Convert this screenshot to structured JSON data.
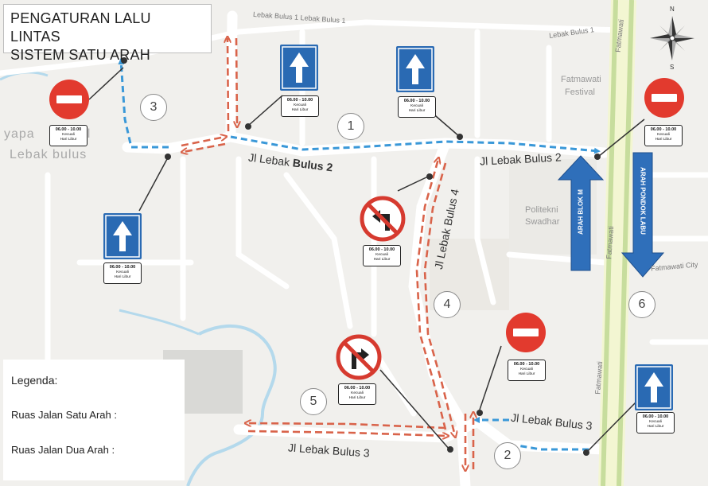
{
  "title": {
    "line1": "PENGATURAN LALU LINTAS",
    "line2": "SISTEM SATU ARAH"
  },
  "streets": {
    "lebak_bulus_1": "Lebak Bulus 1 Lebak Bulus 1",
    "lebak_bulus_1_right": "Lebak Bulus 1",
    "jl_lebak_bulus_2_pre": "Jl Lebak ",
    "jl_lebak_bulus_2_bold": "Bulus 2",
    "jl_lebak_bulus_2_right": "Jl Lebak Bulus 2",
    "jl_lebak_bulus_4": "Jl Lebak Bulus 4",
    "jl_lebak_bulus_3_left": "Jl Lebak Bulus 3",
    "jl_lebak_bulus_3_right": "Jl Lebak Bulus 3",
    "fatmawati_top": "Fatmawati",
    "fatmawati_mid": "Fatmawati",
    "fatmawati_bottom": "Fatmawati",
    "fatmawati_city": "Fatmawati City",
    "arah_blok_m": "ARAH BLOK M",
    "arah_pondok_labu": "ARAH PONDOK LABU"
  },
  "pois": {
    "fatmawati_festival_1": "Fatmawati",
    "fatmawati_festival_2": "Festival",
    "politeknik_1": "Politekni",
    "politeknik_2": "Swadhar",
    "hospital_1": "yapa     spital",
    "hospital_2": "Lebak bulus"
  },
  "markers": [
    "1",
    "2",
    "3",
    "4",
    "5",
    "6"
  ],
  "sign_plate": {
    "time": "06.00 - 10.00",
    "line2": "Kecuali",
    "line3": "Hari Libur"
  },
  "compass": {
    "n": "N",
    "s": "S"
  },
  "legend": {
    "title": "Legenda:",
    "one_way": "Ruas Jalan Satu Arah :",
    "two_way": "Ruas Jalan Dua Arah :"
  },
  "colors": {
    "one_way": "#3a98d8",
    "two_way": "#d9634a",
    "sign_blue": "#2a6ab3",
    "sign_red": "#e23a2e",
    "arrow_blue": "#2f6fba"
  }
}
